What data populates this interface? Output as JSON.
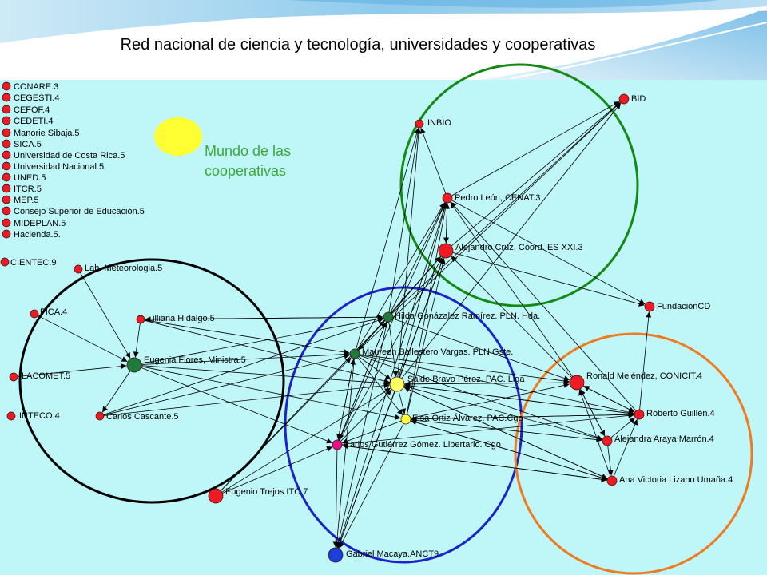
{
  "title": "Red nacional de ciencia y tecnología, universidades y cooperativas",
  "legend": {
    "cooperativas_label": "Mundo de las cooperativas",
    "cooperativas_text_color": "#3aa83a",
    "cooperativas_marker_color": "#ffff33"
  },
  "background_color": "#bff6f8",
  "cluster_colors": {
    "green": "#138a13",
    "black": "#000000",
    "blue": "#1d22c9",
    "orange": "#f07a1e"
  },
  "nodes": [
    {
      "label": "CONARE.3",
      "color": "#ed1c24"
    },
    {
      "label": "CEGESTI.4",
      "color": "#ed1c24"
    },
    {
      "label": "CEFOF.4",
      "color": "#ed1c24"
    },
    {
      "label": "CEDETI.4",
      "color": "#ed1c24"
    },
    {
      "label": "Manorie Sibaja.5",
      "color": "#ed1c24"
    },
    {
      "label": "SICA.5",
      "color": "#ed1c24"
    },
    {
      "label": "Universidad de Costa Rica.5",
      "color": "#ed1c24"
    },
    {
      "label": "Universidad Nacional.5",
      "color": "#ed1c24"
    },
    {
      "label": "UNED.5",
      "color": "#ed1c24"
    },
    {
      "label": "ITCR.5",
      "color": "#ed1c24"
    },
    {
      "label": "MEP.5",
      "color": "#ed1c24"
    },
    {
      "label": "Consejo Superior de Educación.5",
      "color": "#ed1c24"
    },
    {
      "label": "MIDEPLAN.5",
      "color": "#ed1c24"
    },
    {
      "label": "Hacienda.5.",
      "color": "#ed1c24"
    },
    {
      "label": "CIENTEC.9",
      "color": "#ed1c24"
    },
    {
      "label": "Lab. Meteorologia.5",
      "color": "#ed1c24"
    },
    {
      "label": "FICA.4",
      "color": "#ed1c24"
    },
    {
      "label": "LACOMET.5",
      "color": "#ed1c24"
    },
    {
      "label": "INTECO.4",
      "color": "#ed1c24"
    },
    {
      "label": "Lilliana Hidalgo.5",
      "color": "#ed1c24"
    },
    {
      "label": "Eugenia Flores, Ministra.5",
      "color": "#1f7a3c"
    },
    {
      "label": "Carlos Cascante.5",
      "color": "#ed1c24"
    },
    {
      "label": "Eugenio Trejos ITC.7",
      "color": "#ed1c24"
    },
    {
      "label": "Hilda Gonázalez Ramírez. PLN. Hda.",
      "color": "#1f7a3c"
    },
    {
      "label": "Maureen Ballestero Vargas. PLN.Gste.",
      "color": "#1f7a3c"
    },
    {
      "label": "Saide Bravo Pérez. PAC. Liga",
      "color": "#ffff66"
    },
    {
      "label": "Elsa Ortiz Álvarez. PAC.Cgo",
      "color": "#ffff33"
    },
    {
      "label": "Carlos Gutiérrez Gómez. Libertario. Cgo",
      "color": "#e4138a"
    },
    {
      "label": "Gabriel Macaya.ANCT9",
      "color": "#1c3fdc"
    },
    {
      "label": "INBIO",
      "color": "#ed1c24"
    },
    {
      "label": "BID",
      "color": "#ed1c24"
    },
    {
      "label": "Pedro León, CENAT.3",
      "color": "#ed1c24"
    },
    {
      "label": "Alejandro Cruz, Coord. ES XXI.3",
      "color": "#ed1c24"
    },
    {
      "label": "FundaciónCD",
      "color": "#ed1c24"
    },
    {
      "label": "Ronald Meléndez, CONICIT.4",
      "color": "#ed1c24"
    },
    {
      "label": "Roberto Guillén.4",
      "color": "#ed1c24"
    },
    {
      "label": "Alejandra Araya Marrón.4",
      "color": "#ed1c24"
    },
    {
      "label": "Ana Victoria Lizano Umaña.4",
      "color": "#ed1c24"
    }
  ],
  "edges": [
    [
      15,
      20
    ],
    [
      16,
      20
    ],
    [
      17,
      20
    ],
    [
      20,
      21
    ],
    [
      19,
      20
    ],
    [
      20,
      23
    ],
    [
      20,
      24
    ],
    [
      20,
      25
    ],
    [
      20,
      27
    ],
    [
      20,
      26
    ],
    [
      19,
      23
    ],
    [
      23,
      19
    ],
    [
      19,
      24
    ],
    [
      19,
      25
    ],
    [
      21,
      23
    ],
    [
      21,
      24
    ],
    [
      21,
      25
    ],
    [
      22,
      23
    ],
    [
      22,
      24
    ],
    [
      22,
      25
    ],
    [
      22,
      27
    ],
    [
      27,
      28
    ],
    [
      27,
      24
    ],
    [
      27,
      23
    ],
    [
      27,
      25
    ],
    [
      27,
      31
    ],
    [
      27,
      32
    ],
    [
      27,
      37
    ],
    [
      27,
      35
    ],
    [
      23,
      28
    ],
    [
      24,
      28
    ],
    [
      25,
      28
    ],
    [
      26,
      28
    ],
    [
      31,
      28
    ],
    [
      32,
      28
    ],
    [
      23,
      31
    ],
    [
      23,
      32
    ],
    [
      23,
      29
    ],
    [
      23,
      30
    ],
    [
      24,
      31
    ],
    [
      24,
      32
    ],
    [
      24,
      29
    ],
    [
      24,
      30
    ],
    [
      25,
      31
    ],
    [
      25,
      32
    ],
    [
      25,
      29
    ],
    [
      25,
      30
    ],
    [
      26,
      31
    ],
    [
      26,
      32
    ],
    [
      23,
      24
    ],
    [
      24,
      25
    ],
    [
      25,
      26
    ],
    [
      23,
      25
    ],
    [
      24,
      26
    ],
    [
      23,
      27
    ],
    [
      24,
      27
    ],
    [
      26,
      27
    ],
    [
      24,
      34
    ],
    [
      24,
      35
    ],
    [
      24,
      36
    ],
    [
      25,
      34
    ],
    [
      25,
      35
    ],
    [
      25,
      36
    ],
    [
      25,
      37
    ],
    [
      26,
      34
    ],
    [
      26,
      35
    ],
    [
      26,
      36
    ],
    [
      26,
      37
    ],
    [
      23,
      34
    ],
    [
      32,
      30
    ],
    [
      32,
      33
    ],
    [
      31,
      32
    ],
    [
      32,
      31
    ],
    [
      31,
      29
    ],
    [
      31,
      30
    ],
    [
      31,
      33
    ],
    [
      34,
      32
    ],
    [
      34,
      31
    ],
    [
      34,
      35
    ],
    [
      35,
      34
    ],
    [
      34,
      36
    ],
    [
      37,
      34
    ],
    [
      34,
      25
    ],
    [
      35,
      33
    ],
    [
      35,
      25
    ],
    [
      35,
      26
    ],
    [
      35,
      31
    ],
    [
      36,
      34
    ],
    [
      36,
      35
    ],
    [
      36,
      37
    ],
    [
      37,
      35
    ],
    [
      37,
      25
    ],
    [
      37,
      26
    ],
    [
      37,
      27
    ]
  ]
}
